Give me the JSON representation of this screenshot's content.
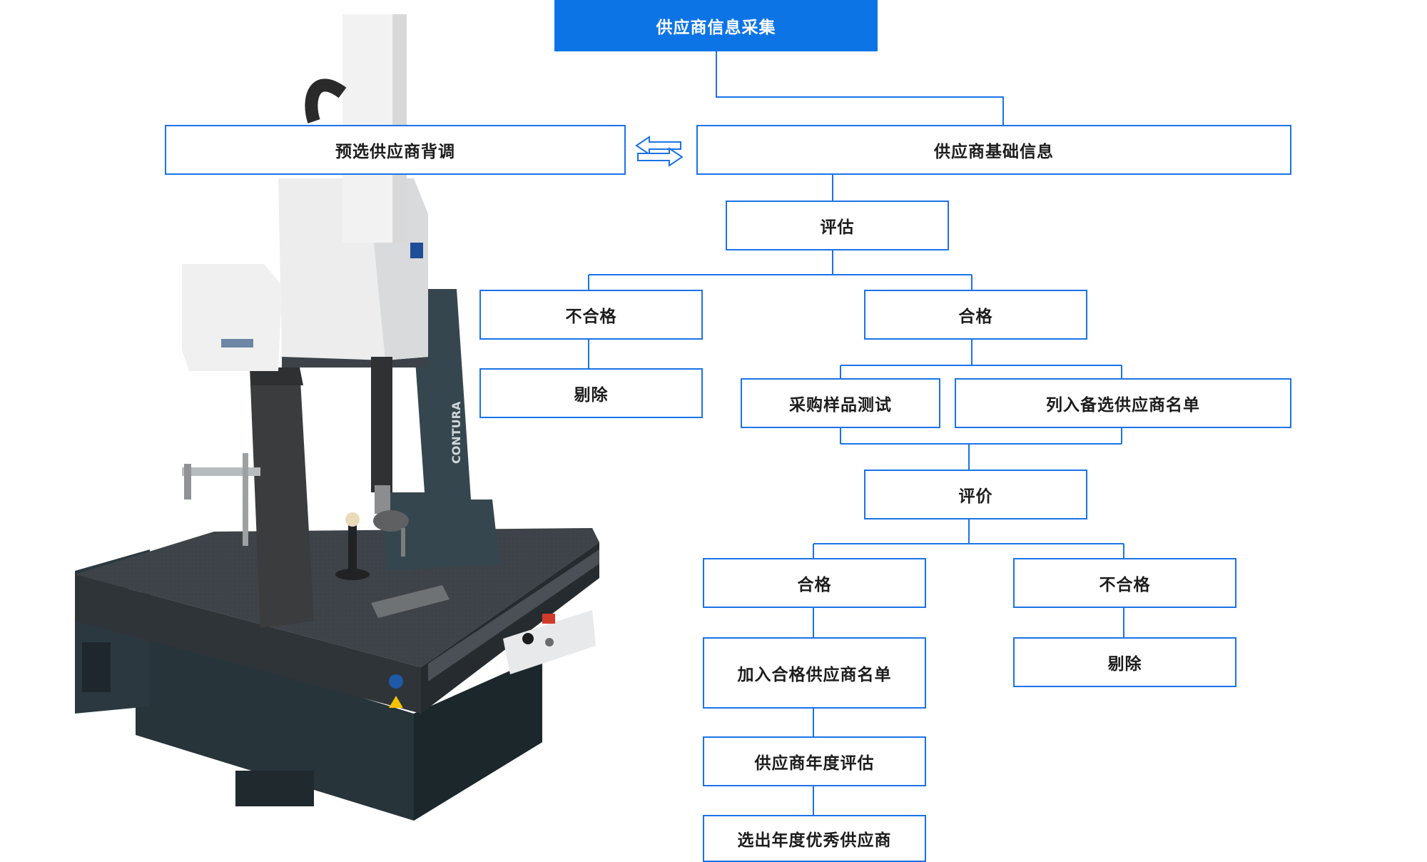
{
  "colors": {
    "accent": "#0d74e6",
    "box_border": "#1a73e8",
    "connector": "#1a73e8",
    "text": "#1c1c1c"
  },
  "image": {
    "subject": "coordinate measuring machine",
    "brand_text": "CONTURA"
  },
  "flowchart": {
    "root": "供应商信息采集",
    "prescreen": "预选供应商背调",
    "exchange_icon": "double-arrow-icon",
    "basic_info": "供应商基础信息",
    "evaluate": "评估",
    "unqualified_1": "不合格",
    "remove_1": "剔除",
    "qualified_1": "合格",
    "sample_test": "采购样品测试",
    "candidate_list": "列入备选供应商名单",
    "review": "评价",
    "qualified_2": "合格",
    "add_qualified_list": "加入合格供应商名单",
    "annual_evaluation": "供应商年度评估",
    "select_excellent": "选出年度优秀供应商",
    "unqualified_2": "不合格",
    "remove_2": "剔除"
  }
}
